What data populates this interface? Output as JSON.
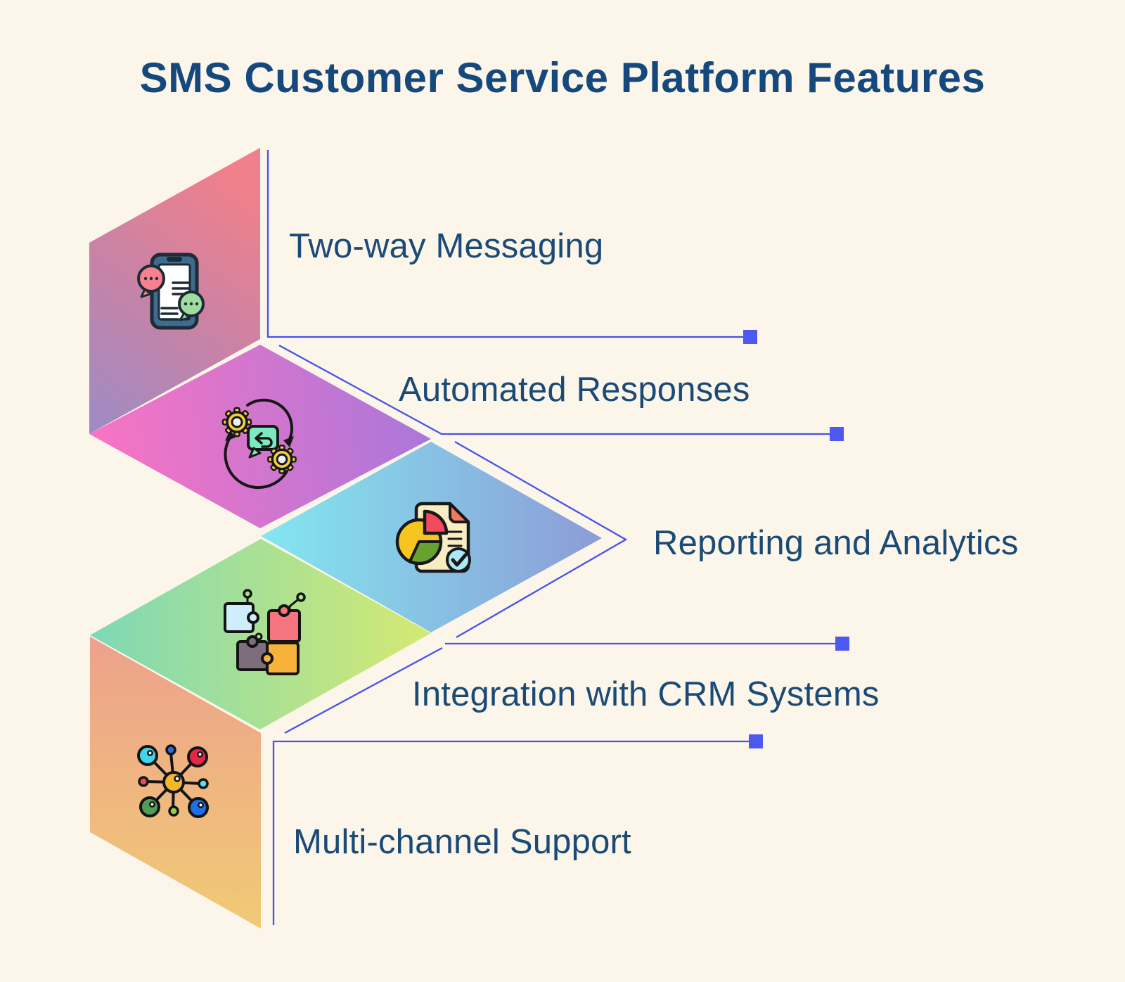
{
  "title": "SMS Customer Service Platform Features",
  "features": [
    {
      "label": "Two-way Messaging",
      "icon": "phone-chat-icon"
    },
    {
      "label": "Automated Responses",
      "icon": "automation-gears-icon"
    },
    {
      "label": "Reporting and Analytics",
      "icon": "report-analytics-icon"
    },
    {
      "label": "Integration with CRM Systems",
      "icon": "puzzle-integration-icon"
    },
    {
      "label": "Multi-channel Support",
      "icon": "network-hub-icon"
    }
  ],
  "colors": {
    "background": "#fcf5e9",
    "title_text": "#15497e",
    "label_text": "#1a4a76",
    "connector_line": "#4753e9",
    "endpoint_square": "#4d58f0",
    "ribbon_1_start": "#f0808b",
    "ribbon_1_end": "#a18bc2",
    "ribbon_2_start": "#f974c2",
    "ribbon_2_end": "#aa77da",
    "ribbon_3_start": "#83e7f0",
    "ribbon_3_end": "#8c9cd7",
    "ribbon_4_start": "#7ed8b6",
    "ribbon_4_end": "#d5e972",
    "ribbon_5_start": "#eda18c",
    "ribbon_5_end": "#f1ca75"
  }
}
